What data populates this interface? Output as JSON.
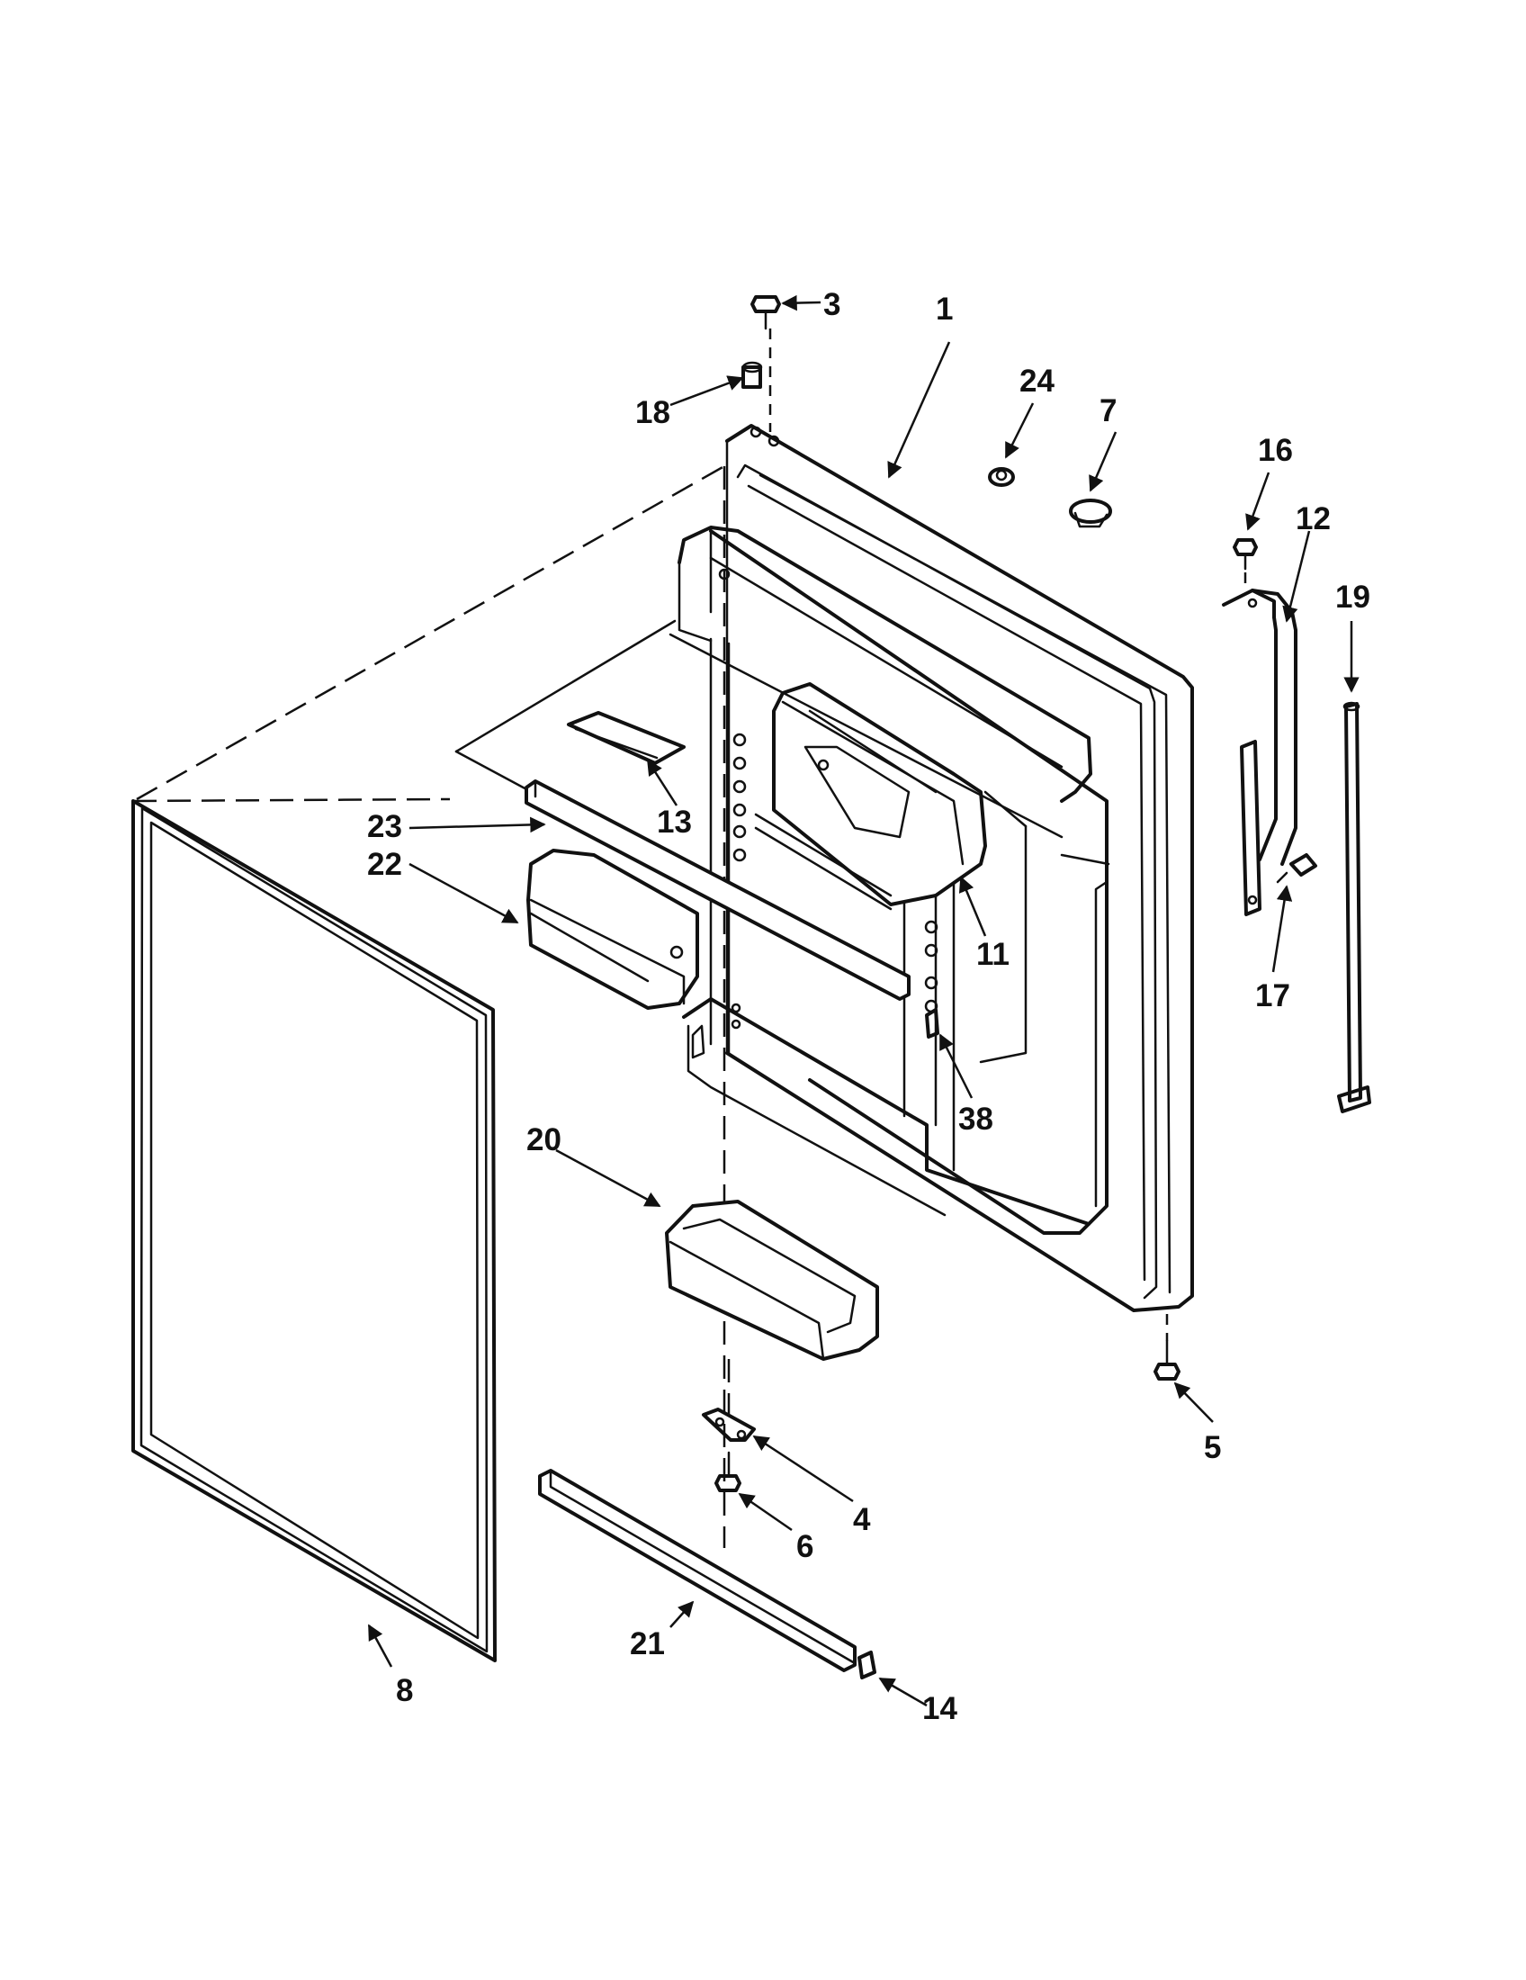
{
  "callouts": [
    {
      "id": "c1",
      "label": "1"
    },
    {
      "id": "c3",
      "label": "3"
    },
    {
      "id": "c4",
      "label": "4"
    },
    {
      "id": "c5",
      "label": "5"
    },
    {
      "id": "c6",
      "label": "6"
    },
    {
      "id": "c7",
      "label": "7"
    },
    {
      "id": "c8",
      "label": "8"
    },
    {
      "id": "c11",
      "label": "11"
    },
    {
      "id": "c12",
      "label": "12"
    },
    {
      "id": "c13",
      "label": "13"
    },
    {
      "id": "c14",
      "label": "14"
    },
    {
      "id": "c16",
      "label": "16"
    },
    {
      "id": "c17",
      "label": "17"
    },
    {
      "id": "c18",
      "label": "18"
    },
    {
      "id": "c19",
      "label": "19"
    },
    {
      "id": "c20",
      "label": "20"
    },
    {
      "id": "c21",
      "label": "21"
    },
    {
      "id": "c22",
      "label": "22"
    },
    {
      "id": "c23",
      "label": "23"
    },
    {
      "id": "c24",
      "label": "24"
    },
    {
      "id": "c38",
      "label": "38"
    }
  ]
}
